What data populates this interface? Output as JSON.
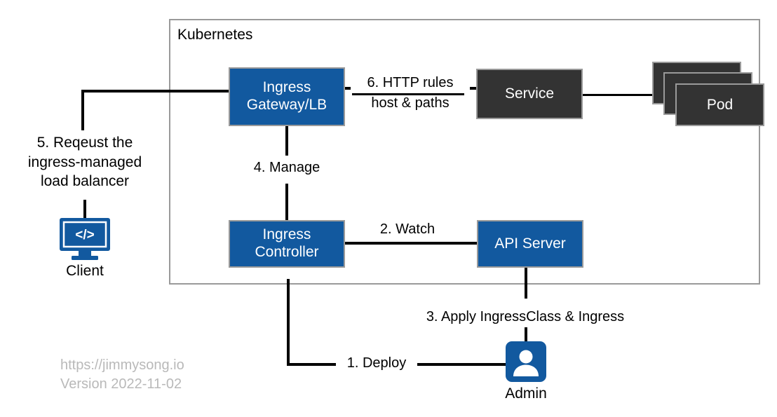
{
  "diagram": {
    "boundary_label": "Kubernetes",
    "accent_blue": "#12599f",
    "dark_gray": "#333333",
    "border_gray": "#9a9a9a",
    "watermark_gray": "#b9b9b9"
  },
  "nodes": {
    "ingress_gateway": {
      "line1": "Ingress",
      "line2": "Gateway/LB"
    },
    "service": {
      "label": "Service"
    },
    "pod": {
      "label": "Pod"
    },
    "ingress_controller": {
      "line1": "Ingress",
      "line2": "Controller"
    },
    "api_server": {
      "label": "API Server"
    },
    "client": {
      "label": "Client",
      "icon": "monitor-code-icon",
      "glyph": "</>"
    },
    "admin": {
      "label": "Admin",
      "icon": "person-icon"
    }
  },
  "edges": {
    "http_rules_top": "6. HTTP rules",
    "http_rules_bottom": "host & paths",
    "manage": "4. Manage",
    "watch": "2. Watch",
    "apply": "3. Apply IngressClass & Ingress",
    "deploy": "1. Deploy",
    "request": "5. Reqeust the\ningress-managed\nload balancer"
  },
  "watermark": {
    "site": "https://jimmysong.io",
    "version": "Version 2022-11-02"
  }
}
